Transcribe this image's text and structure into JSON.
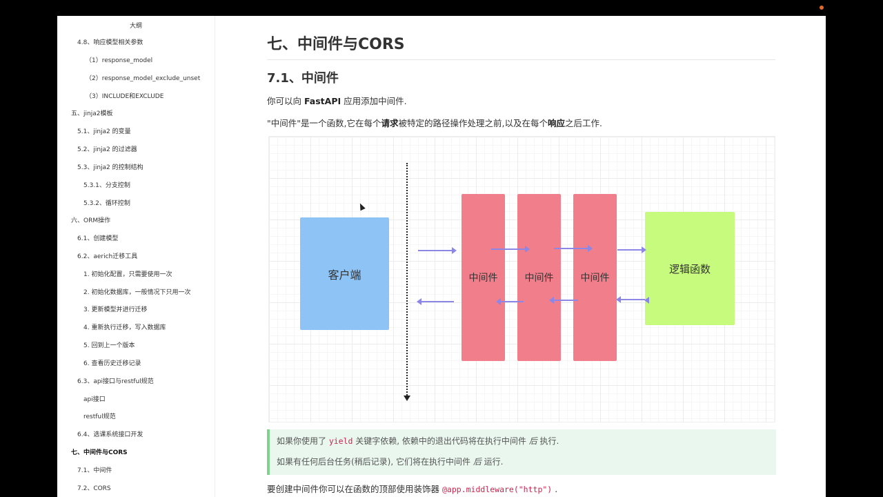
{
  "sidebar": {
    "title": "大纲",
    "items": [
      {
        "label": "4.8、响应模型相关参数"
      },
      {
        "label": "（1）response_model"
      },
      {
        "label": "（2）response_model_exclude_unset"
      },
      {
        "label": "（3）INCLUDE和EXCLUDE"
      },
      {
        "label": "五、jinja2模板"
      },
      {
        "label": "5.1、jinja2 的变量"
      },
      {
        "label": "5.2、jinja2 的过滤器"
      },
      {
        "label": "5.3、jinja2 的控制结构"
      },
      {
        "label": "5.3.1、分支控制"
      },
      {
        "label": "5.3.2、循环控制"
      },
      {
        "label": "六、ORM操作"
      },
      {
        "label": "6.1、创建模型"
      },
      {
        "label": "6.2、aerich迁移工具"
      },
      {
        "label": "1. 初始化配置，只需要使用一次"
      },
      {
        "label": "2. 初始化数据库，一般情况下只用一次"
      },
      {
        "label": "3. 更新模型并进行迁移"
      },
      {
        "label": "4. 重新执行迁移，写入数据库"
      },
      {
        "label": "5. 回到上一个版本"
      },
      {
        "label": "6. 查看历史迁移记录"
      },
      {
        "label": "6.3、api接口与restful规范"
      },
      {
        "label": "api接口"
      },
      {
        "label": "restful规范"
      },
      {
        "label": "6.4、选课系统接口开发"
      },
      {
        "label": "七、中间件与CORS"
      },
      {
        "label": "7.1、中间件"
      },
      {
        "label": "7.2、CORS"
      }
    ]
  },
  "main": {
    "h1": "七、中间件与CORS",
    "h2": "7.1、中间件",
    "p1": {
      "pre": "你可以向 ",
      "bold": "FastAPI",
      "post": " 应用添加中间件."
    },
    "p2": {
      "a": "\"中间件\"是一个函数,它在每个",
      "b": "请求",
      "c": "被特定的路径操作处理之前,以及在每个",
      "d": "响应",
      "e": "之后工作."
    },
    "diagram": {
      "client": "客户端",
      "middleware": [
        "中间件",
        "中间件",
        "中间件"
      ],
      "logic": "逻辑函数"
    },
    "note": {
      "l1a": "如果你使用了 ",
      "l1code": "yield",
      "l1b": " 关键字依赖, 依赖中的退出代码将在执行中间件 ",
      "l1em": "后",
      "l1c": " 执行.",
      "l2a": "如果有任何后台任务(稍后记录), 它们将在执行中间件 ",
      "l2em": "后",
      "l2b": " 运行."
    },
    "p3": {
      "pre": "要创建中间件你可以在函数的顶部使用装饰器 ",
      "code": "@app.middleware(\"http\")",
      "post": " ."
    }
  },
  "colors": {
    "client": "#8ec3f5",
    "middleware": "#f07f8b",
    "logic": "#c7fb7d",
    "arrow": "#8c86e6",
    "note_border": "#7fd38f"
  }
}
